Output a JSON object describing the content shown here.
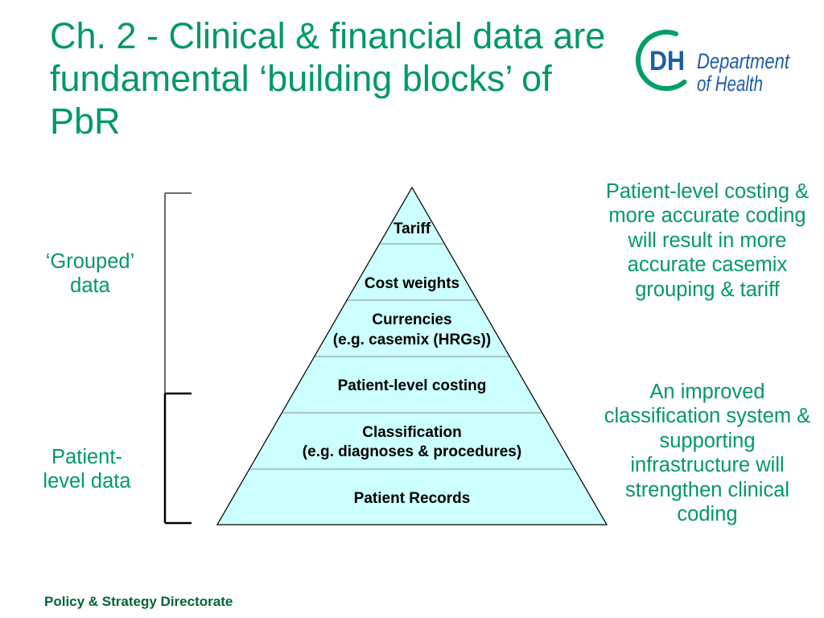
{
  "slide": {
    "title_lines": [
      "Ch. 2 - Clinical & financial data are",
      "fundamental ‘building blocks’ of",
      "PbR"
    ],
    "footer": "Policy & Strategy Directorate"
  },
  "logo": {
    "monogram": "DH",
    "name_lines": [
      "Department",
      "of Health"
    ]
  },
  "pyramid": {
    "levels": [
      {
        "lines": [
          "Tariff"
        ]
      },
      {
        "lines": [
          "Cost weights"
        ]
      },
      {
        "lines": [
          "Currencies",
          "(e.g. casemix (HRGs))"
        ]
      },
      {
        "lines": [
          "Patient-level costing"
        ]
      },
      {
        "lines": [
          "Classification",
          "(e.g. diagnoses & procedures)"
        ]
      },
      {
        "lines": [
          "Patient Records"
        ]
      }
    ]
  },
  "left_labels": {
    "grouped": [
      "‘Grouped’",
      "data"
    ],
    "patient_level": [
      "Patient-",
      "level data"
    ]
  },
  "notes": {
    "top": [
      "Patient-level costing &",
      "more accurate coding",
      "will result in more",
      "accurate casemix",
      "grouping & tariff"
    ],
    "bottom": [
      "An improved",
      "classification system &",
      "supporting",
      "infrastructure will",
      "strengthen clinical",
      "coding"
    ]
  },
  "colors": {
    "title_green": "#009966",
    "text_green": "#009966",
    "pyramid_fill": "#ccffff",
    "logo_blue": "#1f5ca8",
    "logo_green": "#00a064",
    "footer": "#006633"
  }
}
